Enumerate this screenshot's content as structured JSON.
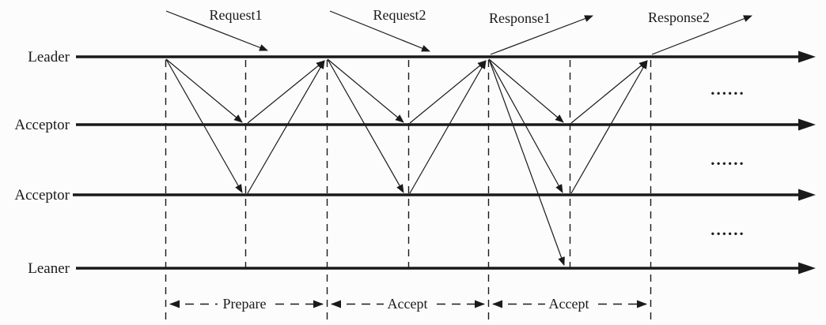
{
  "colors": {
    "ink": "#1a1a1a",
    "background": "#fcfcfc"
  },
  "lanes": [
    {
      "label": "Leader"
    },
    {
      "label": "Acceptor"
    },
    {
      "label": "Acceptor"
    },
    {
      "label": "Leaner"
    }
  ],
  "messages": [
    {
      "label": "Request1"
    },
    {
      "label": "Request2"
    },
    {
      "label": "Response1"
    },
    {
      "label": "Response2"
    }
  ],
  "phases": [
    {
      "label": "Prepare"
    },
    {
      "label": "Accept"
    },
    {
      "label": "Accept"
    }
  ],
  "ellipsis": {
    "text": "......"
  }
}
